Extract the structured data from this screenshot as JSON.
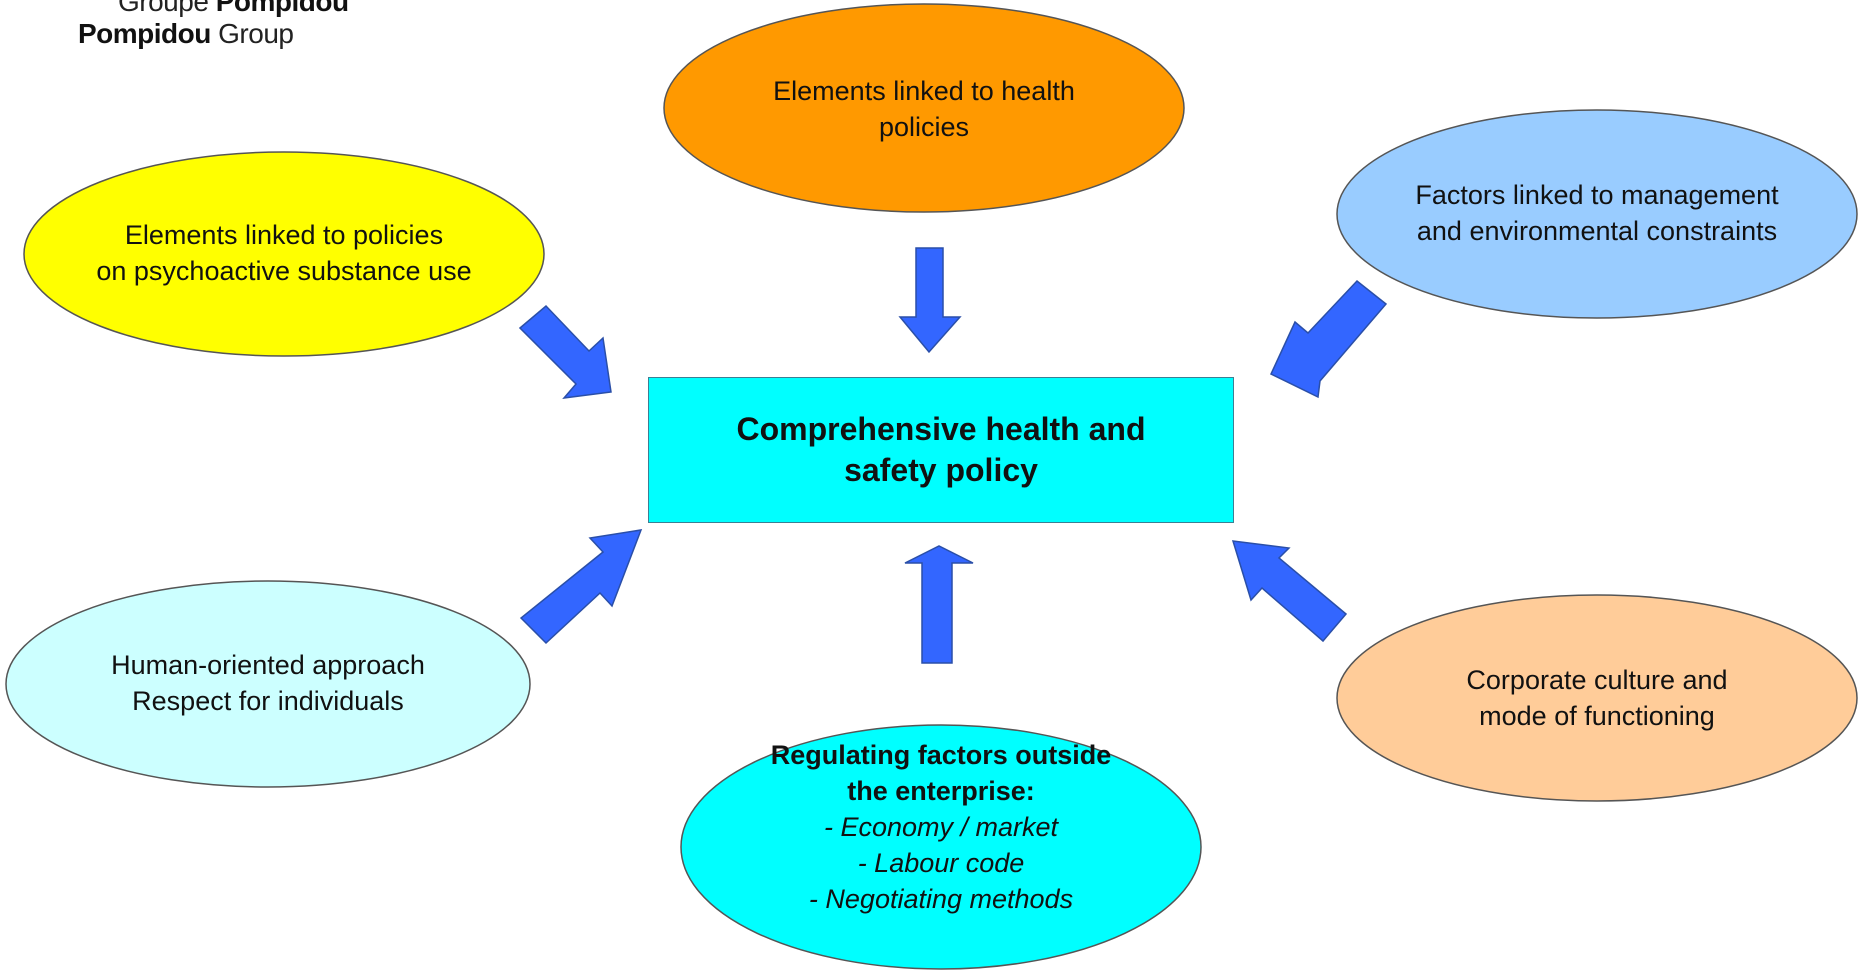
{
  "logo": {
    "line1_light": "Groupe",
    "line1_bold": "Pompidou",
    "line2_bold": "Pompidou",
    "line2_light": "Group"
  },
  "center": {
    "line1": "Comprehensive health and",
    "line2": "safety policy"
  },
  "nodes": {
    "health_policies": {
      "line1": "Elements linked to health",
      "line2": "policies",
      "fill": "#ff9900"
    },
    "psychoactive": {
      "line1": "Elements linked to policies",
      "line2": "on psychoactive substance use",
      "fill": "#ffff00"
    },
    "management": {
      "line1": "Factors linked to management",
      "line2": "and environmental constraints",
      "fill": "#99ccff"
    },
    "human": {
      "line1": "Human-oriented approach",
      "line2": "Respect for individuals",
      "fill": "#ccffff"
    },
    "regulating": {
      "line1": "Regulating factors outside",
      "line2": "the enterprise:",
      "item1": "- Economy / market",
      "item2": "- Labour code",
      "item3": "- Negotiating methods",
      "fill": "#00ffff"
    },
    "culture": {
      "line1": "Corporate culture and",
      "line2": "mode of functioning",
      "fill": "#ffcc99"
    }
  },
  "colors": {
    "arrow": "#3366ff",
    "arrow_stroke": "#2a4fa8",
    "center_fill": "#00ffff"
  }
}
